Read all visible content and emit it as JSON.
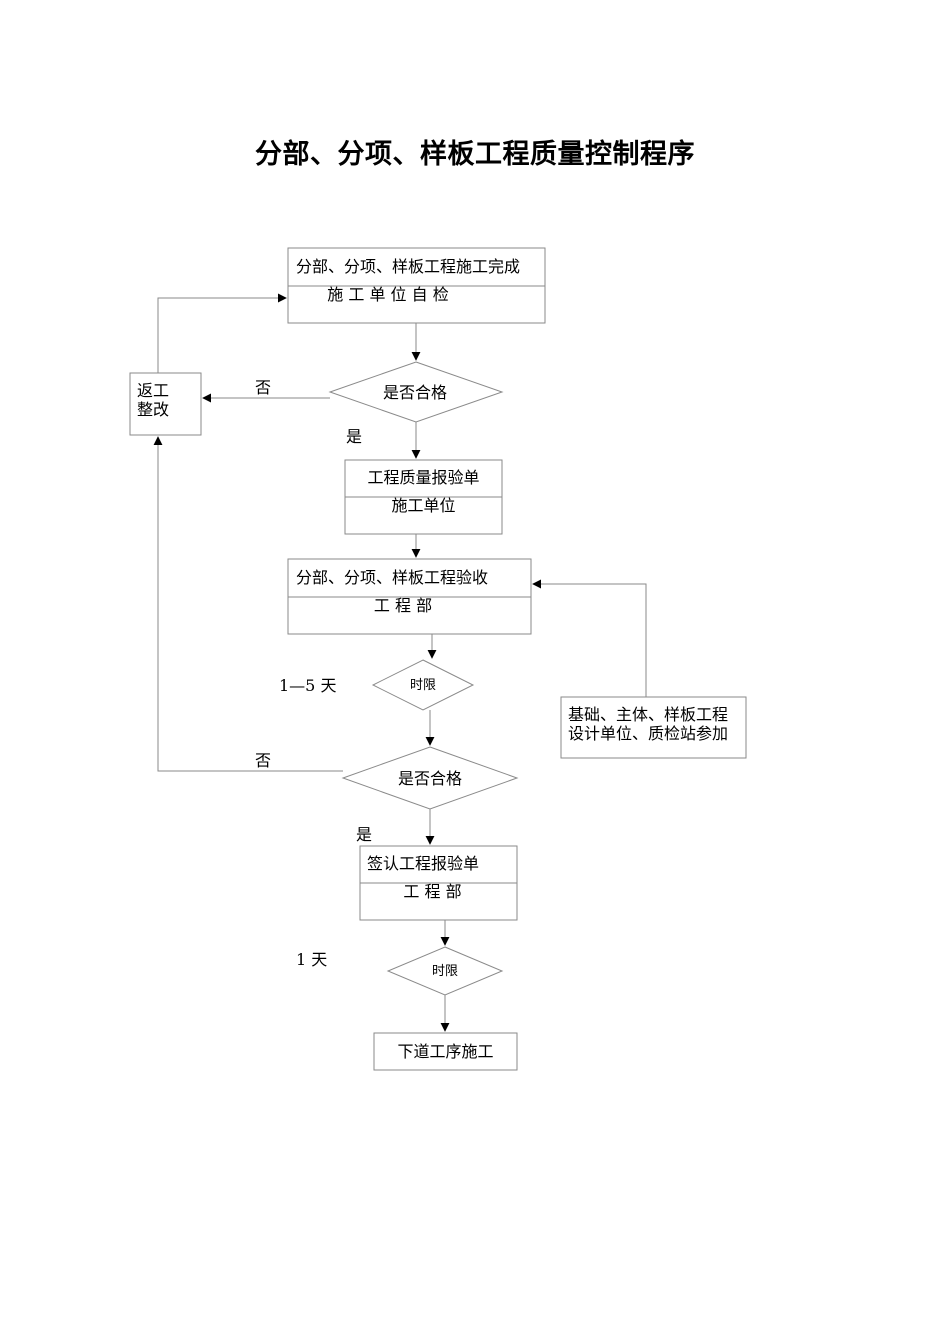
{
  "title": "分部、分项、样板工程质量控制程序",
  "nodes": {
    "n1": {
      "line1": "分部、分项、样板工程施工完成",
      "line2": "施 工 单 位 自 检"
    },
    "d1": {
      "text": "是否合格"
    },
    "rework": {
      "line1": "返工",
      "line2": "整改"
    },
    "n2": {
      "line1": "工程质量报验单",
      "line2": "施工单位"
    },
    "n3": {
      "line1": "分部、分项、样板工程验收",
      "line2": "工 程 部"
    },
    "d2": {
      "text": "时限"
    },
    "side": {
      "line1": "基础、主体、样板工程",
      "line2": "设计单位、质检站参加"
    },
    "d3": {
      "text": "是否合格"
    },
    "n4": {
      "line1": "签认工程报验单",
      "line2": "工 程 部"
    },
    "d4": {
      "text": "时限"
    },
    "n5": {
      "text": "下道工序施工"
    }
  },
  "edge_labels": {
    "no1": "否",
    "yes1": "是",
    "days1": "1—5 天",
    "no2": "否",
    "yes2": "是",
    "days2": "1 天"
  }
}
